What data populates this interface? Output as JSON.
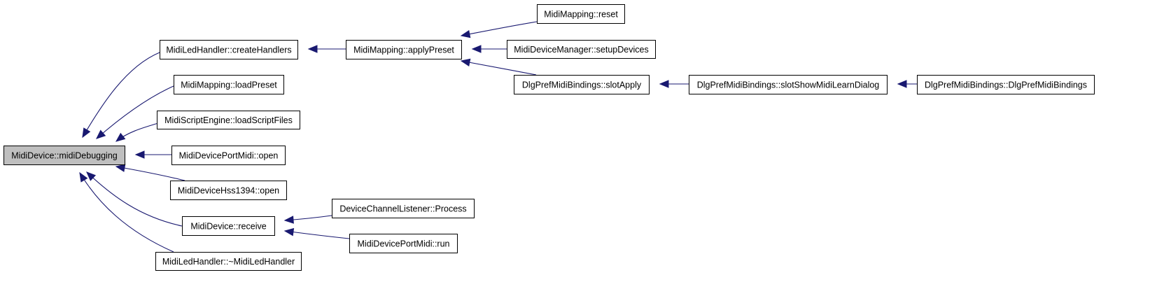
{
  "graph": {
    "nodes": [
      {
        "id": "n0",
        "label": "MidiDevice::midiDebugging"
      },
      {
        "id": "n1",
        "label": "MidiLedHandler::createHandlers"
      },
      {
        "id": "n2",
        "label": "MidiMapping::loadPreset"
      },
      {
        "id": "n3",
        "label": "MidiScriptEngine::loadScriptFiles"
      },
      {
        "id": "n4",
        "label": "MidiDevicePortMidi::open"
      },
      {
        "id": "n5",
        "label": "MidiDeviceHss1394::open"
      },
      {
        "id": "n6",
        "label": "MidiDevice::receive"
      },
      {
        "id": "n7",
        "label": "MidiLedHandler::~MidiLedHandler"
      },
      {
        "id": "n8",
        "label": "MidiMapping::applyPreset"
      },
      {
        "id": "n9",
        "label": "DeviceChannelListener::Process"
      },
      {
        "id": "n10",
        "label": "MidiDevicePortMidi::run"
      },
      {
        "id": "n11",
        "label": "MidiMapping::reset"
      },
      {
        "id": "n12",
        "label": "MidiDeviceManager::setupDevices"
      },
      {
        "id": "n13",
        "label": "DlgPrefMidiBindings::slotApply"
      },
      {
        "id": "n14",
        "label": "DlgPrefMidiBindings::slotShowMidiLearnDialog"
      },
      {
        "id": "n15",
        "label": "DlgPrefMidiBindings::DlgPrefMidiBindings"
      }
    ],
    "edges": [
      {
        "from": "n1",
        "to": "n0"
      },
      {
        "from": "n2",
        "to": "n0"
      },
      {
        "from": "n3",
        "to": "n0"
      },
      {
        "from": "n4",
        "to": "n0"
      },
      {
        "from": "n5",
        "to": "n0"
      },
      {
        "from": "n6",
        "to": "n0"
      },
      {
        "from": "n7",
        "to": "n0"
      },
      {
        "from": "n8",
        "to": "n1"
      },
      {
        "from": "n9",
        "to": "n6"
      },
      {
        "from": "n10",
        "to": "n6"
      },
      {
        "from": "n11",
        "to": "n8"
      },
      {
        "from": "n12",
        "to": "n8"
      },
      {
        "from": "n13",
        "to": "n8"
      },
      {
        "from": "n14",
        "to": "n13"
      },
      {
        "from": "n15",
        "to": "n14"
      }
    ],
    "colors": {
      "edge": "#191970",
      "root_fill": "#bfbfbf",
      "node_fill": "#ffffff",
      "node_border": "#000000"
    }
  }
}
